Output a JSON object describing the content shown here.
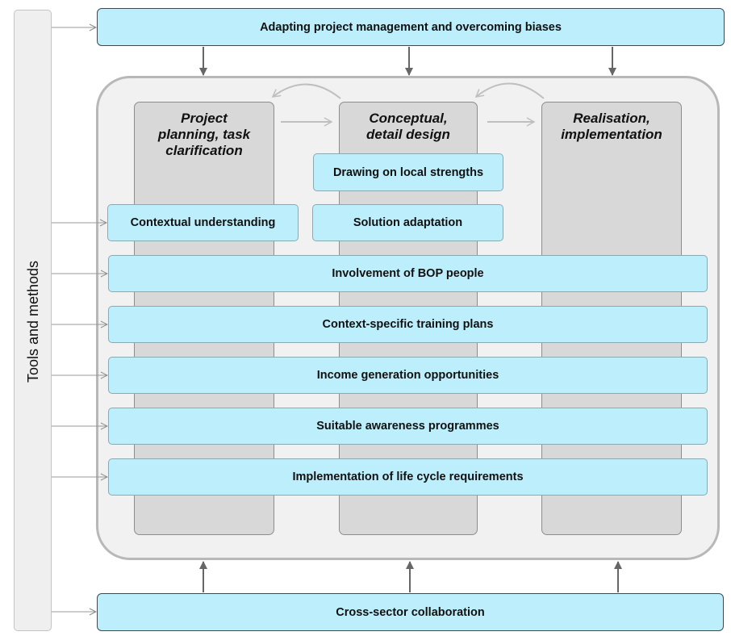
{
  "side_bar": {
    "label": "Tools and methods"
  },
  "top_box": {
    "label": "Adapting project management and overcoming biases"
  },
  "bottom_box": {
    "label": "Cross-sector collaboration"
  },
  "phases": [
    {
      "label": "Project\nplanning, task\nclarification"
    },
    {
      "label": "Conceptual,\ndetail design"
    },
    {
      "label": "Realisation,\nimplementation"
    }
  ],
  "boxes": {
    "local_strengths": "Drawing on local strengths",
    "contextual_understanding": "Contextual understanding",
    "solution_adaptation": "Solution adaptation",
    "involvement": "Involvement of BOP people",
    "training": "Context-specific training plans",
    "income": "Income generation opportunities",
    "awareness": "Suitable awareness programmes",
    "life_cycle": "Implementation of life cycle requirements"
  },
  "colors": {
    "box_fill": "#bdeefb",
    "column_fill": "#d8d8d8",
    "frame_fill": "#f1f1f1",
    "frame_border": "#b8b8b8"
  }
}
